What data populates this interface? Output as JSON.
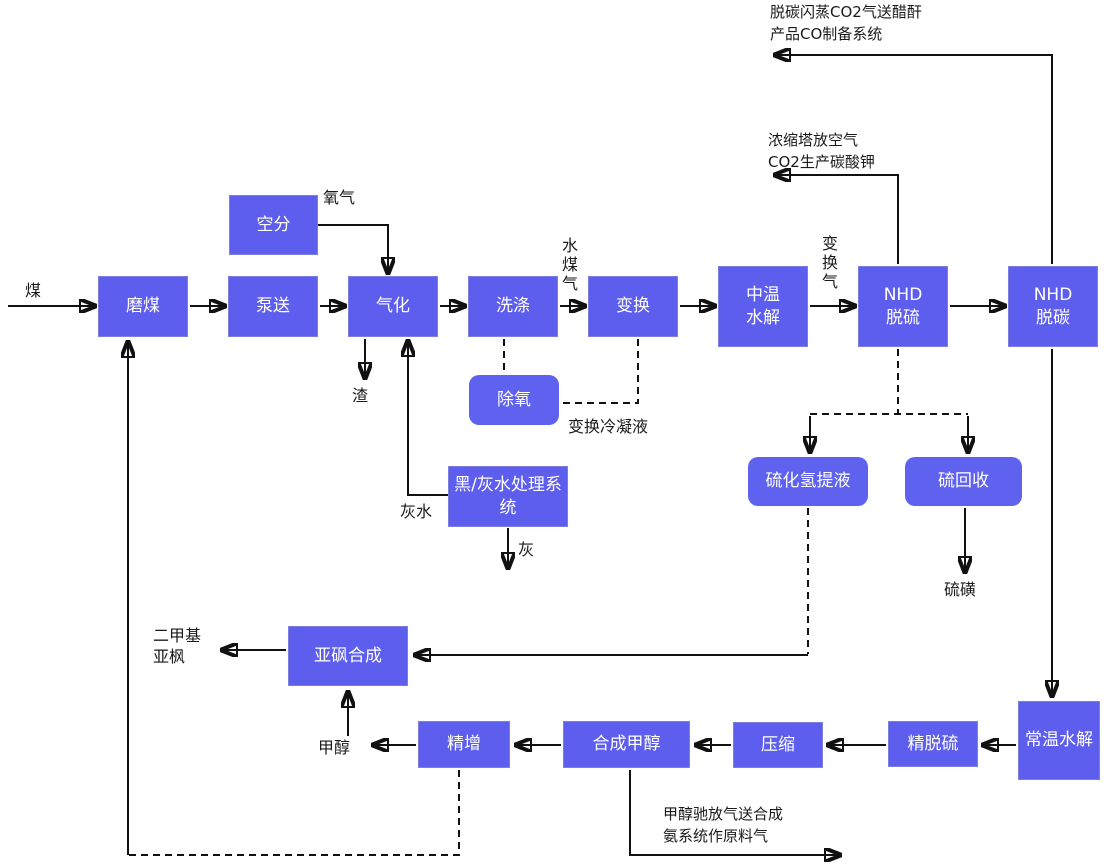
{
  "diagram": {
    "colors": {
      "node_fill": "#5d5dee",
      "node_border": "#7e7ee0",
      "node_rounded_fill": "#5f62ee",
      "node_text": "#ffffff",
      "line": "#111111",
      "label_text": "#1a1a1a",
      "background": "#ffffff"
    }
  },
  "nodes": {
    "air_separation": {
      "label": "空分"
    },
    "coal_milling": {
      "label": "磨煤"
    },
    "pumping": {
      "label": "泵送"
    },
    "gasification": {
      "label": "气化"
    },
    "washing": {
      "label": "洗涤"
    },
    "shift": {
      "label": "变换"
    },
    "mt_hydrolysis": {
      "label": "中温\n水解"
    },
    "nhd_desulfurization": {
      "label": "NHD\n脱硫"
    },
    "nhd_decarbonization": {
      "label": "NHD\n脱碳"
    },
    "deoxygenation": {
      "label": "除氧"
    },
    "water_treatment": {
      "label": "黑/灰水处理系\n统"
    },
    "h2s_extraction": {
      "label": "硫化氢提液"
    },
    "sulfur_recovery": {
      "label": "硫回收"
    },
    "sulfoxide_synthesis": {
      "label": "亚砜合成"
    },
    "refining": {
      "label": "精增"
    },
    "methanol_synthesis": {
      "label": "合成甲醇"
    },
    "compression": {
      "label": "压缩"
    },
    "fine_desulfurization": {
      "label": "精脱硫"
    },
    "at_hydrolysis": {
      "label": "常温水解"
    }
  },
  "labels": {
    "coal": "煤",
    "oxygen": "氧气",
    "water_gas": "水煤气",
    "shift_gas": "变换气",
    "slag": "渣",
    "grey_water": "灰水",
    "ash": "灰",
    "shift_condensate": "变换冷凝液",
    "sulfur": "硫磺",
    "dmso": "二甲基\n亚枫",
    "methanol": "甲醇"
  },
  "annotations": {
    "decarb_flash": "脱碳闪蒸CO2气送醋酐\n产品CO制备系统",
    "concentration_tower": "浓缩塔放空气\nCO2生产碳酸钾",
    "methanol_purge": "甲醇驰放气送合成\n氨系统作原料气"
  },
  "edges": [
    {
      "from": "煤",
      "to": "磨煤",
      "style": "solid"
    },
    {
      "from": "磨煤",
      "to": "泵送",
      "style": "solid"
    },
    {
      "from": "泵送",
      "to": "气化",
      "style": "solid"
    },
    {
      "from": "空分",
      "to": "气化",
      "label": "氧气",
      "style": "solid"
    },
    {
      "from": "气化",
      "to": "洗涤",
      "style": "solid"
    },
    {
      "from": "气化",
      "to": "渣",
      "style": "solid"
    },
    {
      "from": "黑/灰水处理系统",
      "to": "气化",
      "label": "灰水",
      "style": "solid"
    },
    {
      "from": "黑/灰水处理系统",
      "to": "灰",
      "style": "solid"
    },
    {
      "from": "洗涤",
      "to": "变换",
      "label": "水煤气",
      "style": "solid"
    },
    {
      "from": "洗涤",
      "to": "除氧",
      "style": "dashed"
    },
    {
      "from": "变换",
      "to": "除氧",
      "label": "变换冷凝液",
      "style": "dashed"
    },
    {
      "from": "变换",
      "to": "中温水解",
      "style": "solid"
    },
    {
      "from": "中温水解",
      "to": "NHD脱硫",
      "label": "变换气",
      "style": "solid"
    },
    {
      "from": "NHD脱硫",
      "to": "浓缩塔放空气CO2生产碳酸钾",
      "style": "solid"
    },
    {
      "from": "NHD脱硫",
      "to": "NHD脱碳",
      "style": "solid"
    },
    {
      "from": "NHD脱硫",
      "to": "硫化氢提液",
      "style": "dashed"
    },
    {
      "from": "NHD脱硫",
      "to": "硫回收",
      "style": "dashed"
    },
    {
      "from": "硫回收",
      "to": "硫磺",
      "style": "solid"
    },
    {
      "from": "硫化氢提液",
      "to": "亚砜合成",
      "style": "dashed"
    },
    {
      "from": "NHD脱碳",
      "to": "脱碳闪蒸CO2气送醋酐产品CO制备系统",
      "style": "solid"
    },
    {
      "from": "NHD脱碳",
      "to": "常温水解",
      "style": "solid"
    },
    {
      "from": "常温水解",
      "to": "精脱硫",
      "style": "solid"
    },
    {
      "from": "精脱硫",
      "to": "压缩",
      "style": "solid"
    },
    {
      "from": "压缩",
      "to": "合成甲醇",
      "style": "solid"
    },
    {
      "from": "合成甲醇",
      "to": "精增",
      "style": "solid"
    },
    {
      "from": "合成甲醇",
      "to": "甲醇驰放气送合成氨系统作原料气",
      "style": "solid"
    },
    {
      "from": "精增",
      "to": "甲醇",
      "style": "solid"
    },
    {
      "from": "甲醇",
      "to": "亚砜合成",
      "style": "solid"
    },
    {
      "from": "亚砜合成",
      "to": "二甲基亚枫",
      "style": "solid"
    },
    {
      "from": "精增",
      "to": "磨煤",
      "style": "dashed"
    }
  ]
}
